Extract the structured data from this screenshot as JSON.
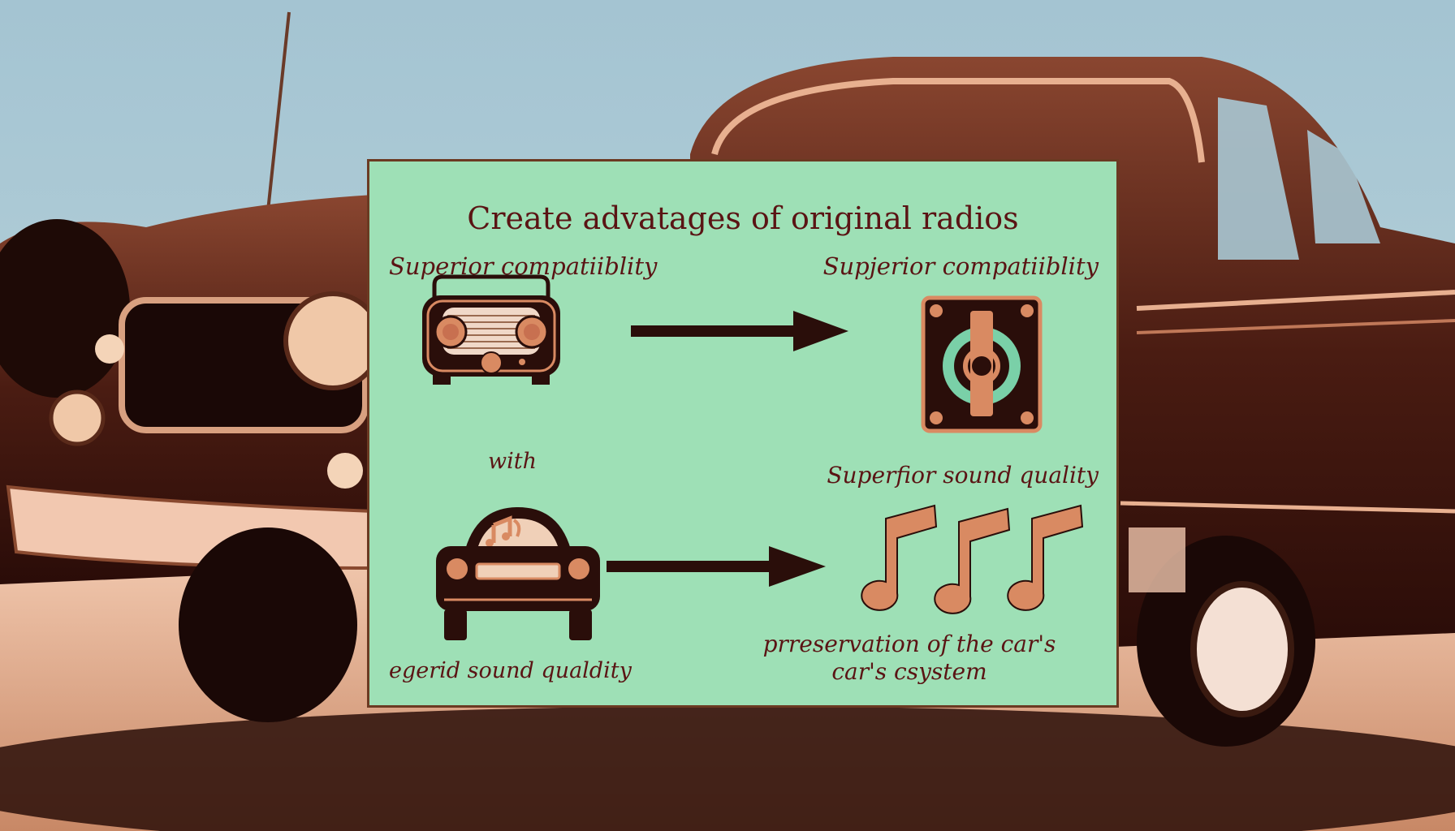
{
  "diagram": {
    "title": "Create advatages of original radios",
    "labels": {
      "top_left": "Superior compatiiblity",
      "top_right": "Supjerior compatiiblity",
      "middle_left": "with",
      "middle_right": "Superfior sound quality",
      "bottom_left": "egerid sound qualdity",
      "bottom_right_line1": "prreservation of the car's",
      "bottom_right_line2": "car's csystem"
    },
    "icons": {
      "vintage_radio": "vintage-radio-icon",
      "speaker": "speaker-icon",
      "car": "car-front-icon",
      "music_notes": "music-notes-icon",
      "arrow": "arrow-right-icon"
    },
    "colors": {
      "panel_background": "#9ee0b6",
      "panel_border": "#6b3a22",
      "text": "#5a1414",
      "icon_dark": "#2a0e0a",
      "icon_accent": "#d98a62",
      "sky": "#a8c8d4",
      "car_body": "#6a3220"
    }
  }
}
